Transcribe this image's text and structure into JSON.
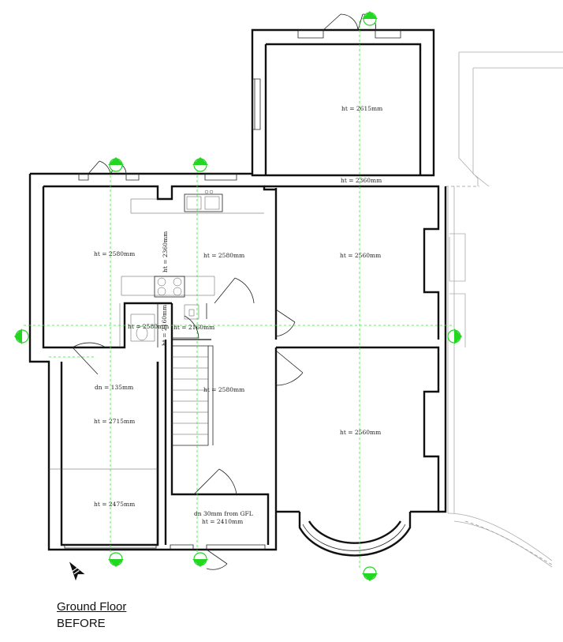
{
  "drawing": {
    "title": "Ground Floor",
    "subtitle": "BEFORE"
  },
  "labels": {
    "rear_room": "ht = 2615mm",
    "rear_bay_beam": "ht = 2360mm",
    "left_room": "ht = 2580mm",
    "kitchen": "ht = 2580mm",
    "kitchen_vertical": "ht = 2360mm",
    "center_right_room": "ht = 2560mm",
    "wc_left": "ht = 2580mm",
    "wc_vertical": "ht = 2160mm",
    "wc_right": "ht = 2160mm",
    "garage_step": "dn = 135mm",
    "garage_upper": "ht = 2715mm",
    "garage_lower": "ht = 2475mm",
    "hall": "ht = 2580mm",
    "front_room": "ht = 2560mm",
    "porch_step": "dn 30mm from GFL",
    "porch": "ht = 2410mm"
  },
  "icons": {
    "north_arrow": "north-arrow-icon",
    "section_marker": "section-marker-icon"
  },
  "colors": {
    "wall": "#111111",
    "guide": "#33e633",
    "marker": "#22d622",
    "neighbour_outline": "#aaaaaa"
  }
}
